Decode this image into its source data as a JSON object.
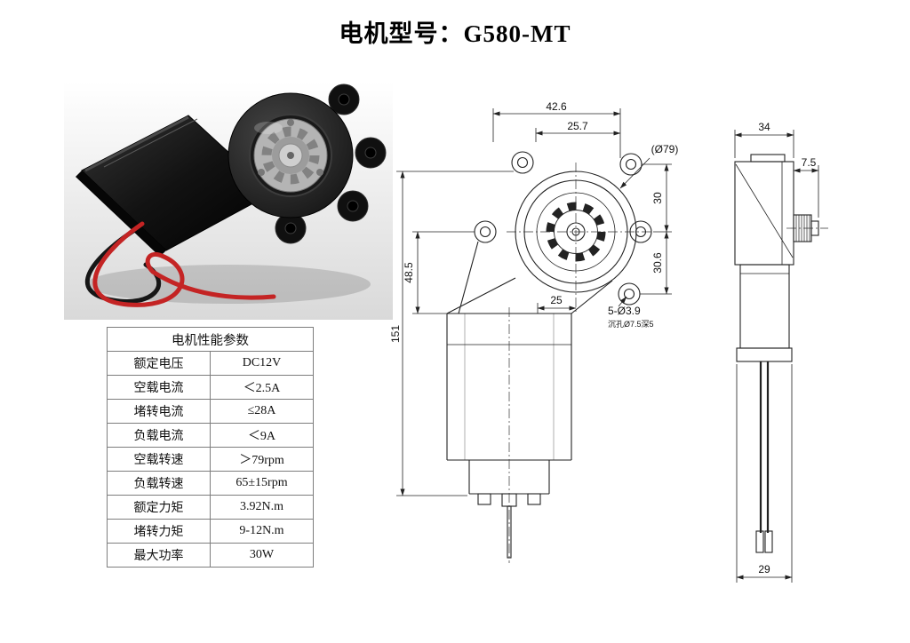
{
  "page": {
    "title": "电机型号：G580-MT"
  },
  "spec_table": {
    "title": "电机性能参数",
    "rows": [
      {
        "label": "额定电压",
        "value": "DC12V"
      },
      {
        "label": "空载电流",
        "value": "＜2.5A"
      },
      {
        "label": "堵转电流",
        "value": "≤28A"
      },
      {
        "label": "负载电流",
        "value": "＜9A"
      },
      {
        "label": "空载转速",
        "value": "＞79rpm"
      },
      {
        "label": "负载转速",
        "value": "65±15rpm"
      },
      {
        "label": "额定力矩",
        "value": "3.92N.m"
      },
      {
        "label": "堵转力矩",
        "value": "9-12N.m"
      },
      {
        "label": "最大功率",
        "value": "30W"
      }
    ]
  },
  "front_view": {
    "dim_42_6": "42.6",
    "dim_25_7": "25.7",
    "dia_79": "(Ø79)",
    "dim_30": "30",
    "dim_30_6": "30.6",
    "dim_48_5": "48.5",
    "dim_151": "151",
    "dim_25": "25",
    "holes_note": "5-Ø3.9",
    "counterbore_note": "沉孔Ø7.5深5"
  },
  "side_view": {
    "dim_34": "34",
    "dim_7_5": "7.5",
    "dim_29": "29"
  }
}
